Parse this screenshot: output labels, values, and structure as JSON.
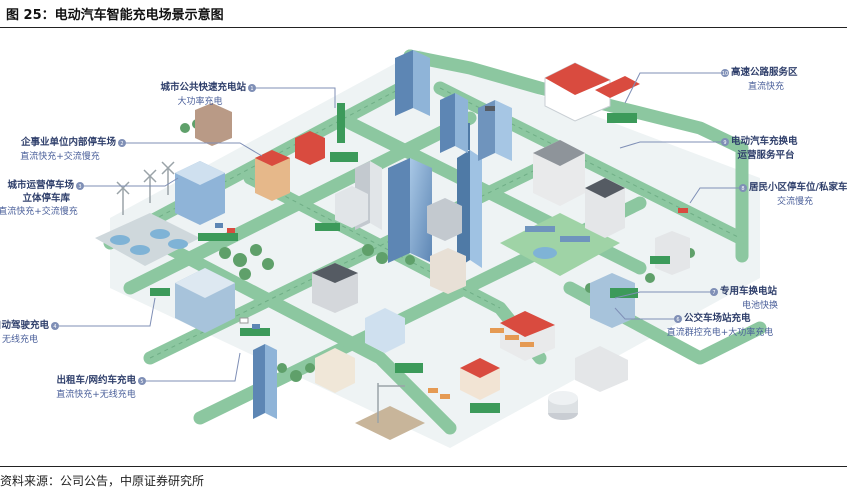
{
  "figure": {
    "title": "图 25：电动汽车智能充电场景示意图",
    "source": "资料来源：公司公告，中原证券研究所"
  },
  "callouts": [
    {
      "num": "1",
      "title": "城市公共快速充电站",
      "sub": "大功率充电"
    },
    {
      "num": "2",
      "title": "企事业单位内部停车场",
      "sub": "直流快充+交流慢充"
    },
    {
      "num": "3",
      "title": "城市运营停车场",
      "title2": "立体停车库",
      "sub": "直流快充+交流慢充"
    },
    {
      "num": "4",
      "title": "自动驾驶充电",
      "sub": "无线充电"
    },
    {
      "num": "5",
      "title": "出租车/网约车充电",
      "sub": "直流快充+无线充电"
    },
    {
      "num": "6",
      "title": "公交车场站充电",
      "sub": "直流群控充电+大功率充电"
    },
    {
      "num": "7",
      "title": "专用车换电站",
      "sub": "电池快换"
    },
    {
      "num": "8",
      "title": "居民小区停车位/私家车",
      "sub": "交流慢充"
    },
    {
      "num": "9",
      "title": "电动汽车充换电",
      "sub": "运营服务平台"
    },
    {
      "num": "10",
      "title": "高速公路服务区",
      "sub": "直流快充"
    }
  ],
  "colors": {
    "road": "#8cc7a0",
    "road_edge": "#6fae86",
    "ground": "#e7eef0",
    "block": "#dfe6e8",
    "label_title": "#2f3f6b",
    "label_sub": "#4a5f9a",
    "callout_line": "#7f8fb6",
    "callout_dot": "#7f8fb6",
    "building_blue": "#7fa7cf",
    "building_gray": "#c9cdd3",
    "roof_red": "#d94b3f",
    "tree": "#5fa06a",
    "charger_green": "#3c9a5a"
  }
}
